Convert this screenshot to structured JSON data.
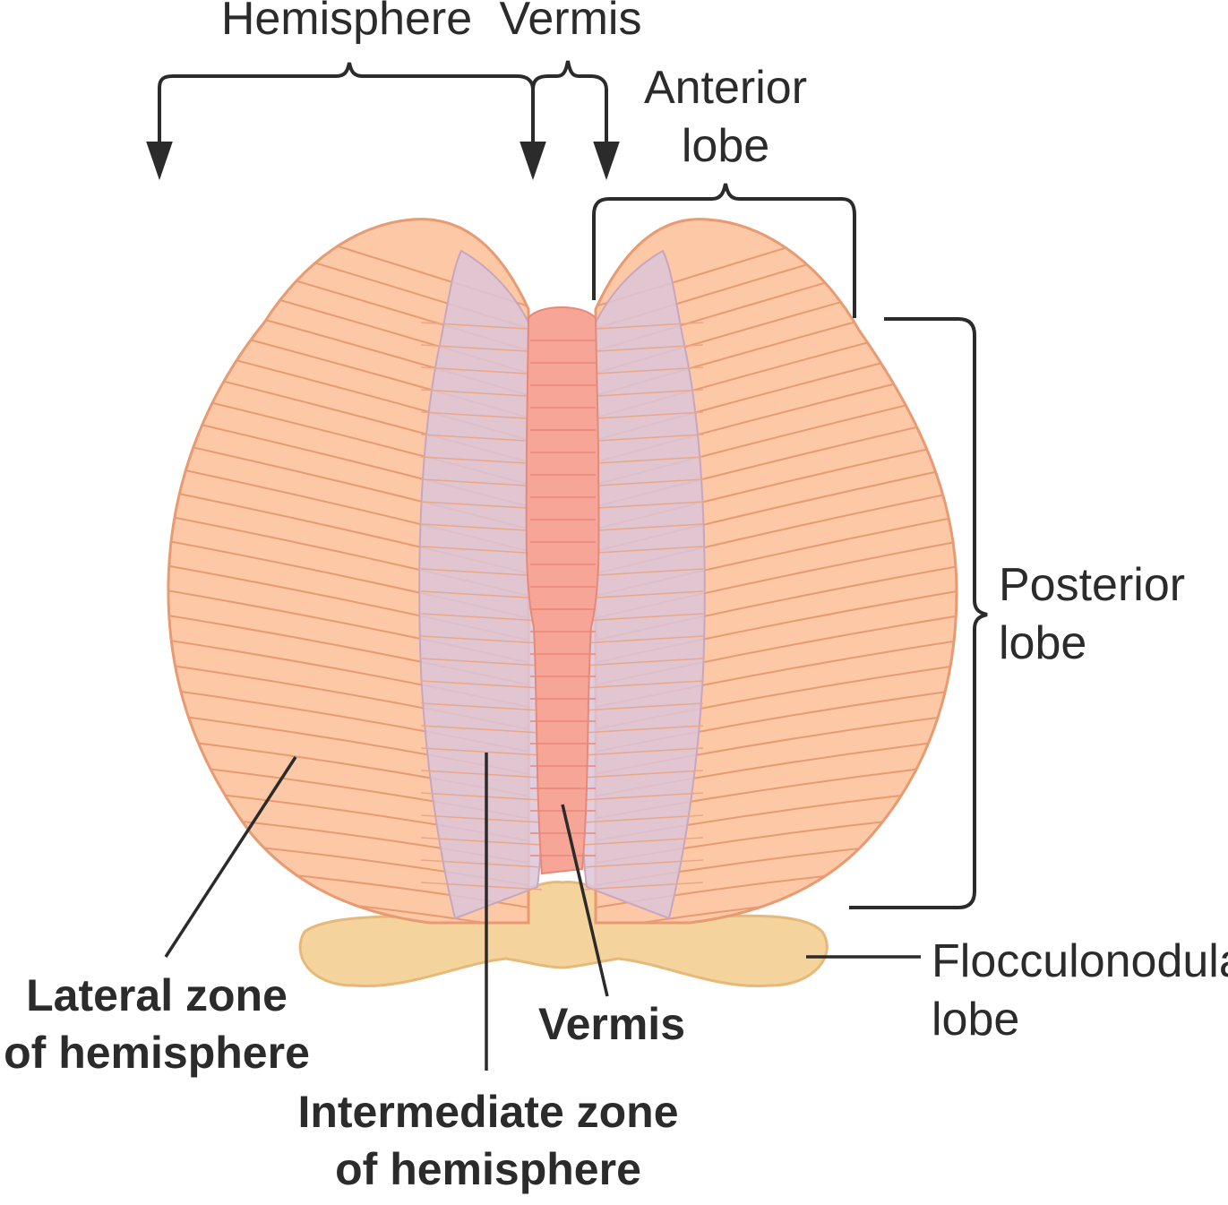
{
  "labels": {
    "hemisphere": "Hemisphere",
    "vermis_top": "Vermis",
    "anterior_lobe_1": "Anterior",
    "anterior_lobe_2": "lobe",
    "posterior_lobe_1": "Posterior",
    "posterior_lobe_2": "lobe",
    "flocculonodular_1": "Flocculonodular",
    "flocculonodular_2": "lobe",
    "lateral_zone_1": "Lateral zone",
    "lateral_zone_2": "of hemisphere",
    "vermis_bottom": "Vermis",
    "intermediate_zone_1": "Intermediate zone",
    "intermediate_zone_2": "of hemisphere"
  },
  "colors": {
    "hemisphere_fill": "#fcc8a6",
    "hemisphere_stroke": "#e89a72",
    "intermediate_fill": "#dcc4d8",
    "vermis_fill": "#f7a596",
    "flocculonodular_fill": "#f5d39c",
    "line": "#2b2b2b"
  }
}
